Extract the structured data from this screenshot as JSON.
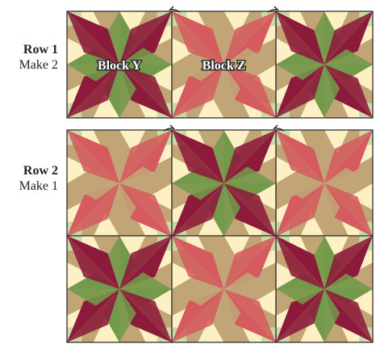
{
  "rows": [
    {
      "title": "Row 1",
      "subtitle": "Make 2"
    },
    {
      "title": "Row 2",
      "subtitle": "Make 1"
    },
    {
      "title": "",
      "subtitle": ""
    }
  ],
  "block_labels": {
    "y": "Block Y",
    "z": "Block Z"
  },
  "block_sequence": [
    [
      "Y",
      "Z",
      "Y"
    ],
    [
      "Z",
      "Y",
      "Z"
    ],
    [
      "Y",
      "Z",
      "Y"
    ]
  ],
  "colors": {
    "burgundy": "#8c1a3a",
    "rose": "#d45b5f",
    "green": "#739a4a",
    "tan": "#c2a576",
    "cream": "#fdf0c4",
    "sage": "#cad9a6",
    "seam": "#222222"
  },
  "blocks": {
    "Y": {
      "star_a": "burgundy",
      "star_b": "green",
      "bg_a": "cream",
      "bg_b": "tan",
      "corner": "sage"
    },
    "Z": {
      "star_a": "rose",
      "star_b": "tan",
      "bg_a": "cream",
      "bg_b": "tan",
      "corner": "sage"
    }
  }
}
